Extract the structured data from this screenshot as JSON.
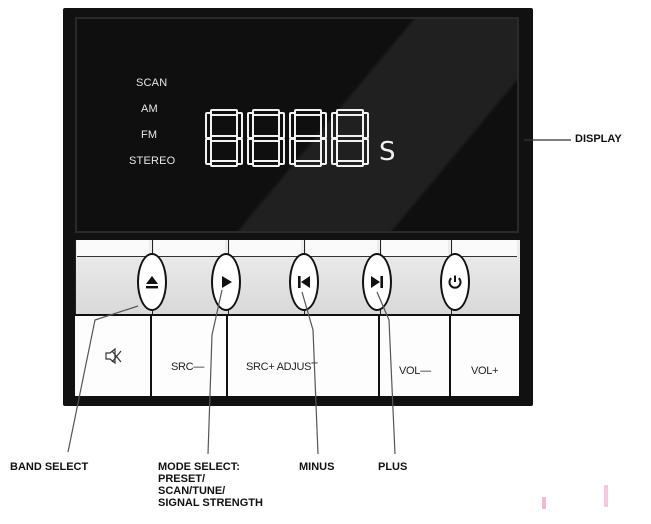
{
  "display": {
    "indicators": [
      "SCAN",
      "AM",
      "FM",
      "STEREO"
    ],
    "digits": "8888",
    "suffix": "S"
  },
  "buttons": {
    "mute_icon": "mute-icon",
    "src_minus": "SRC—",
    "src_plus_adjust": "SRC+ ADJUST",
    "vol_minus": "VOL—",
    "vol_plus": "VOL+"
  },
  "callouts": {
    "display": "DISPLAY",
    "band_select": "BAND SELECT",
    "mode_select": [
      "MODE SELECT:",
      "PRESET/",
      "SCAN/TUNE/",
      "SIGNAL STRENGTH"
    ],
    "minus": "MINUS",
    "plus": "PLUS"
  },
  "icons": [
    "eject-icon",
    "play-icon",
    "skip-previous-icon",
    "skip-next-icon",
    "power-icon",
    "mute-icon"
  ]
}
